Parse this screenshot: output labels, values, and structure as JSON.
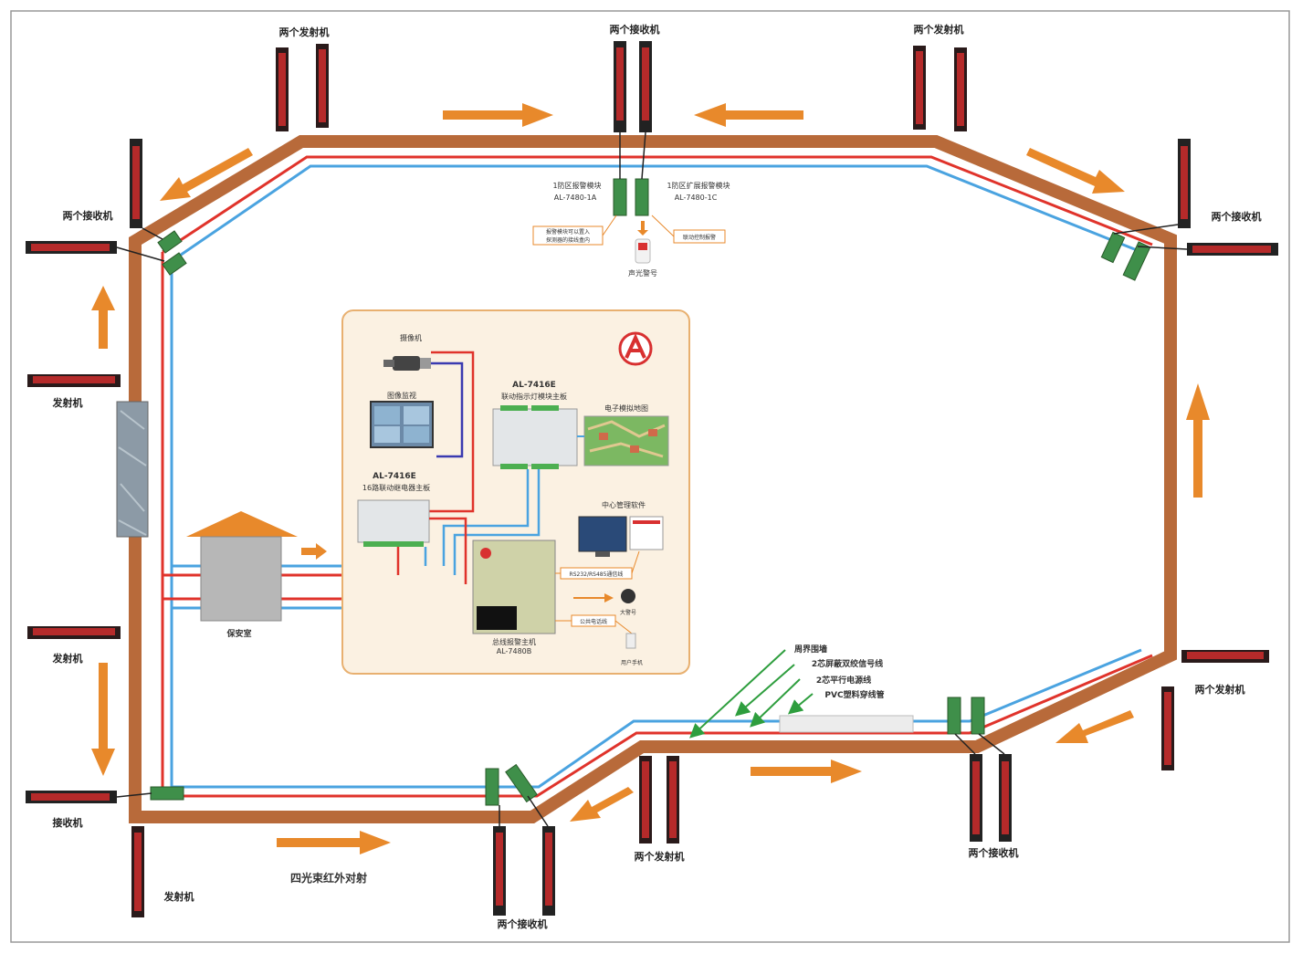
{
  "colors": {
    "perimeter": "#b86a3a",
    "arrow": "#e8892b",
    "red_cable": "#e0332b",
    "blue_cable": "#4aa3e0",
    "center_panel": "#fbf1e2",
    "green_cable": "#2e9e3e"
  },
  "labels": {
    "tx_top_left": "两个发射机",
    "rx_top_center": "两个接收机",
    "tx_top_right": "两个发射机",
    "rx_left_upper": "两个接收机",
    "rx_right_upper": "两个接收机",
    "tx_left_mid": "发射机",
    "tx_left_lower": "发射机",
    "rx_left_bottom": "接收机",
    "tx_bottom_left": "发射机",
    "rx_bottom_center": "两个接收机",
    "tx_bottom_center": "两个发射机",
    "rx_bottom_right": "两个接收机",
    "tx_right_lower": "两个发射机",
    "beam_type": "四光束红外对射",
    "security_room": "保安室"
  },
  "top_modules": {
    "left_title": "1防区报警模块",
    "left_model": "AL-7480-1A",
    "right_title": "1防区扩展报警模块",
    "right_model": "AL-7480-1C",
    "note_left_line1": "报警模块可以置入",
    "note_left_line2": "探测器的接线盒内",
    "note_right": "联动控制报警",
    "siren_label": "声光警号"
  },
  "center": {
    "camera": "摄像机",
    "monitor": "图像监视",
    "module_main_model": "AL-7416E",
    "module_main_desc": "联动指示灯模块主板",
    "module_relay_model": "AL-7416E",
    "module_relay_desc": "16路联动继电器主板",
    "map": "电子模拟地图",
    "software": "中心管理软件",
    "comm_line": "RS232/RS485通信线",
    "phone_line": "公共电话线",
    "alarm_horn": "大警号",
    "keypad": "用户手机",
    "host_name": "总线报警主机",
    "host_model": "AL-7480B"
  },
  "cable_legend": {
    "fence": "周界围墙",
    "signal_cable": "2芯屏蔽双绞信号线",
    "power_cable": "2芯平行电源线",
    "conduit": "PVC塑料穿线管"
  }
}
